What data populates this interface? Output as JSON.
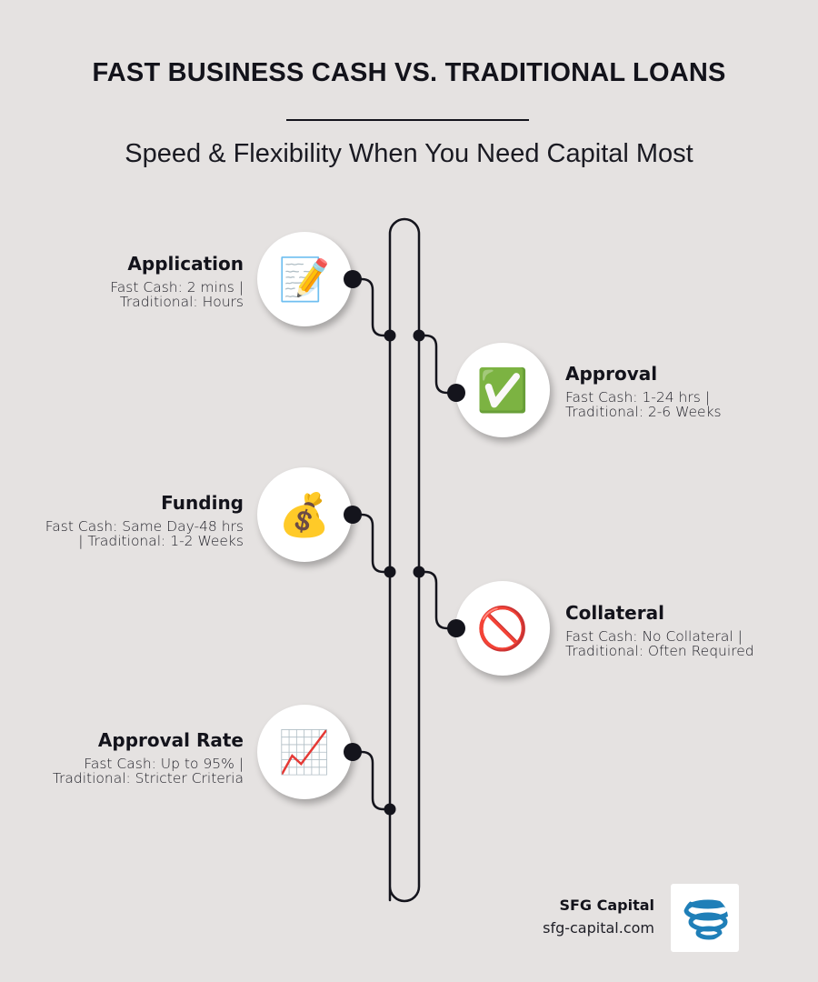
{
  "header": {
    "title": "FAST BUSINESS CASH VS. TRADITIONAL LOANS",
    "subtitle": "Speed & Flexibility When You Need Capital Most"
  },
  "steps": [
    {
      "title": "Application",
      "description": "Fast Cash: 2 mins | Traditional: Hours",
      "icon": "memo-pencil-icon",
      "emoji": "📝",
      "side": "left"
    },
    {
      "title": "Approval",
      "description": "Fast Cash: 1-24 hrs | Traditional: 2-6 Weeks",
      "icon": "check-mark-icon",
      "emoji": "✅",
      "side": "right"
    },
    {
      "title": "Funding",
      "description": "Fast Cash: Same Day-48 hrs | Traditional: 1-2 Weeks",
      "icon": "money-bag-icon",
      "emoji": "💰",
      "side": "left"
    },
    {
      "title": "Collateral",
      "description": "Fast Cash: No Collateral | Traditional: Often Required",
      "icon": "prohibited-icon",
      "emoji": "🚫",
      "side": "right"
    },
    {
      "title": "Approval Rate",
      "description": "Fast Cash: Up to 95% | Traditional: Stricter Criteria",
      "icon": "chart-increasing-icon",
      "emoji": "📈",
      "side": "left"
    }
  ],
  "footer": {
    "brand_name": "SFG Capital",
    "website": "sfg-capital.com",
    "logo_icon": "striped-globe-logo-icon",
    "logo_color": "#1f7fb8"
  },
  "colors": {
    "background": "#e5e2e1",
    "ink": "#14141c",
    "node_fill": "#ffffff"
  }
}
